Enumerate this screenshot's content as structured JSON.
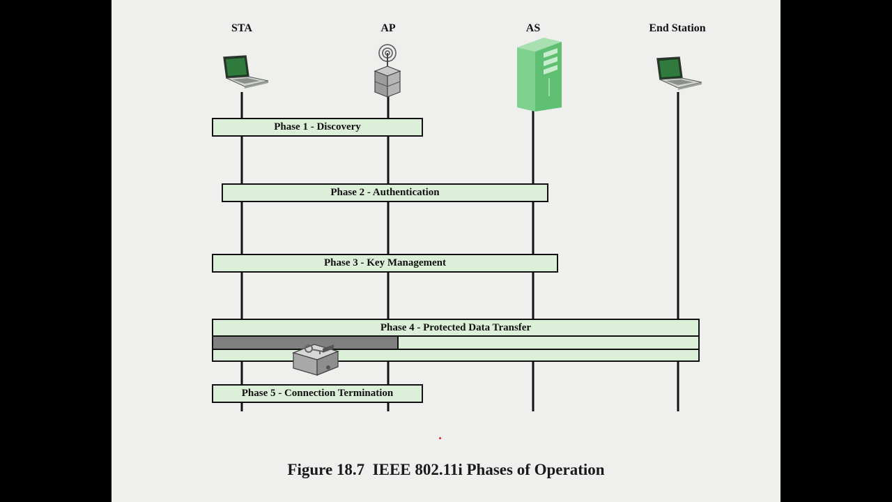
{
  "entities": [
    {
      "label": "STA",
      "icon": "laptop-icon"
    },
    {
      "label": "AP",
      "icon": "access-point-icon"
    },
    {
      "label": "AS",
      "icon": "server-icon"
    },
    {
      "label": "End Station",
      "icon": "laptop-icon"
    }
  ],
  "phases": [
    {
      "label": "Phase 1 - Discovery"
    },
    {
      "label": "Phase 2 - Authentication"
    },
    {
      "label": "Phase 3 - Key Management"
    },
    {
      "label": "Phase 4 - Protected Data Transfer"
    },
    {
      "label": "Phase 5 - Connection Termination"
    }
  ],
  "caption": "Figure 18.7  IEEE 802.11i Phases of Operation",
  "colors": {
    "phase_fill": "#dcefd8",
    "tunnel_fill": "#808080",
    "line": "#111111",
    "server_green": "#5fbf73"
  },
  "icons": {
    "key_device": "key-device-icon"
  }
}
